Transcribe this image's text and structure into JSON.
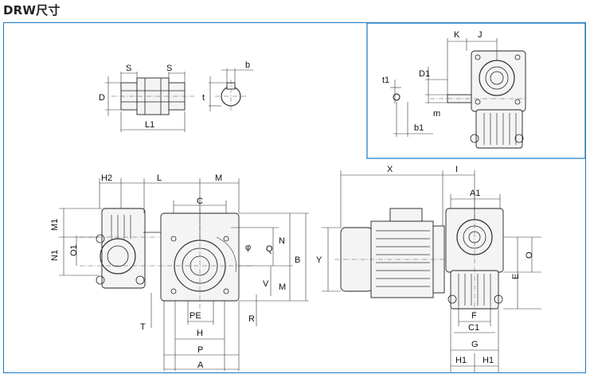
{
  "title": "DRW尺寸",
  "accent_color": "#1a78c2",
  "labels": {
    "shaft_s_left": "S",
    "shaft_s_right": "S",
    "shaft_d": "D",
    "shaft_l1": "L1",
    "key_b": "b",
    "key_t": "t",
    "inset_k": "K",
    "inset_j": "J",
    "inset_t1": "t1",
    "inset_d1": "D1",
    "inset_m": "m",
    "inset_b1": "b1",
    "h2": "H2",
    "l": "L",
    "m_top": "M",
    "c": "C",
    "m1": "M1",
    "n1": "N1",
    "o1": "O1",
    "phi": "φ",
    "q": "Q",
    "n": "N",
    "v": "V",
    "m_right": "M",
    "b": "B",
    "t_bottom": "T",
    "pe": "PE",
    "h": "H",
    "p": "P",
    "a": "A",
    "r": "R",
    "x": "X",
    "i": "I",
    "y": "Y",
    "a1": "A1",
    "o": "O",
    "e": "E",
    "f": "F",
    "c1": "C1",
    "g": "G",
    "h1_left": "H1",
    "h1_right": "H1"
  }
}
